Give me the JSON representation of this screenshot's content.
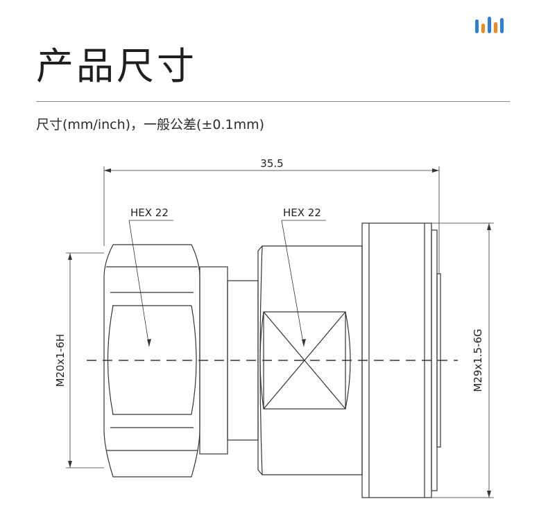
{
  "header": {
    "title": "产品尺寸",
    "subtitle": "尺寸(mm/inch)，一般公差(±0.1mm)"
  },
  "logo": {
    "icon": "audio-bars-logo-icon",
    "bars": [
      {
        "color": "#2f7fd6"
      },
      {
        "color": "#f08a1f"
      },
      {
        "color": "#2f7fd6"
      },
      {
        "color": "#f08a1f"
      },
      {
        "color": "#2f7fd6"
      }
    ]
  },
  "drawing": {
    "overall_length": "35.5",
    "left_hex": "HEX 22",
    "right_hex": "HEX 22",
    "left_thread": "M20x1-6H",
    "right_thread": "M29x1.5-6G"
  },
  "colors": {
    "line": "#333333",
    "text": "#222222"
  }
}
